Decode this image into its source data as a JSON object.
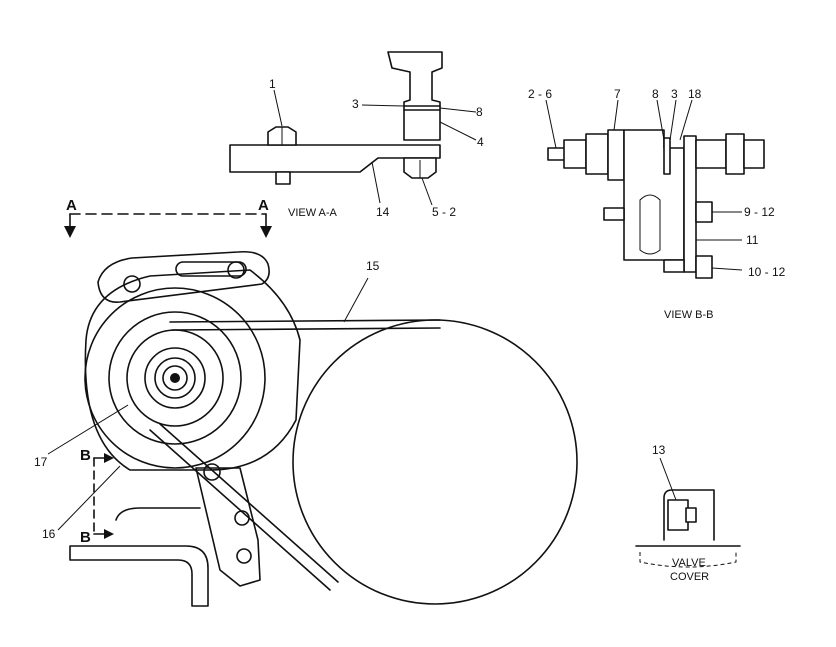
{
  "section_marks": {
    "a_left": "A",
    "a_right": "A",
    "b_top": "B",
    "b_bottom": "B"
  },
  "captions": {
    "view_a": "VIEW A-A",
    "view_b": "VIEW B-B",
    "valve_line1": "VALVE",
    "valve_line2": "COVER"
  },
  "callouts": {
    "c1": "1",
    "c3a": "3",
    "c8a": "8",
    "c4": "4",
    "c14": "14",
    "c5_2": "5 - 2",
    "c2_6": "2 - 6",
    "c7": "7",
    "c8b": "8",
    "c3b": "3",
    "c18": "18",
    "c9_12": "9 - 12",
    "c11": "11",
    "c10_12": "10 - 12",
    "c15": "15",
    "c17": "17",
    "c16": "16",
    "c13": "13"
  }
}
